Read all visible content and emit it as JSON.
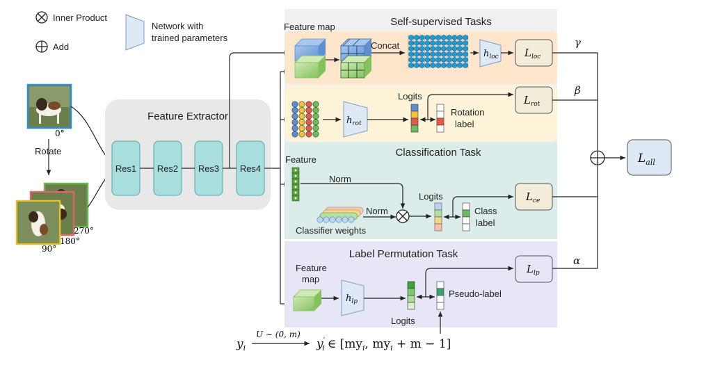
{
  "legend": {
    "inner_product": "Inner Product",
    "add": "Add",
    "network_line1": "Network with",
    "network_line2": "trained parameters"
  },
  "input": {
    "rotate_label": "Rotate",
    "angle_0": "0°",
    "angle_90": "90°",
    "angle_180": "180°",
    "angle_270": "270°"
  },
  "extractor": {
    "title": "Feature Extractor",
    "blocks": [
      "Res1",
      "Res2",
      "Res3",
      "Res4"
    ]
  },
  "ssl": {
    "title": "Self-supervised Tasks",
    "feature_map": "Feature map",
    "concat": "Concat",
    "h_loc": "h",
    "h_loc_sub": "loc",
    "loss_loc": "L",
    "loss_loc_sub": "loc",
    "logits": "Logits",
    "rotation_label_1": "Rotation",
    "rotation_label_2": "label",
    "h_rot": "h",
    "h_rot_sub": "rot",
    "loss_rot": "L",
    "loss_rot_sub": "rot"
  },
  "cls": {
    "title": "Classification Task",
    "feature": "Feature",
    "norm1": "Norm",
    "norm2": "Norm",
    "classifier_weights": "Classifier weights",
    "logits": "Logits",
    "class_label_1": "Class",
    "class_label_2": "label",
    "loss_ce": "L",
    "loss_ce_sub": "ce"
  },
  "lp": {
    "title": "Label Permutation Task",
    "feature_map_1": "Feature",
    "feature_map_2": "map",
    "h_lp": "h",
    "h_lp_sub": "lp",
    "logits": "Logits",
    "pseudo_label": "Pseudo-label",
    "loss_lp": "L",
    "loss_lp_sub": "lp"
  },
  "weights": {
    "gamma": "γ",
    "beta": "β",
    "alpha": "α"
  },
  "loss_all": "L",
  "loss_all_sub": "all",
  "formula": {
    "y_i": "y",
    "sub_i": "i",
    "arrow_label": "U ∼ (0, m)",
    "y_prime": "y",
    "rhs": "∈ [my",
    "rhs_mid": ", my",
    "rhs_end": " + m − 1]"
  },
  "colors": {
    "ssl_loc_bg": "#fde6cc",
    "ssl_rot_bg": "#fdf3d9",
    "cls_bg": "#dbeceb",
    "lp_bg": "#e6e6f7",
    "panel_bg": "#f0f0f0",
    "res_block": "#a8dedd",
    "network_fill": "#dfe9f6",
    "loss_fill": "#f2ecd9",
    "feature_green": "#7cbf4b",
    "feature_blue": "#6f9fd8",
    "grid_blue": "#1e9ad7"
  }
}
